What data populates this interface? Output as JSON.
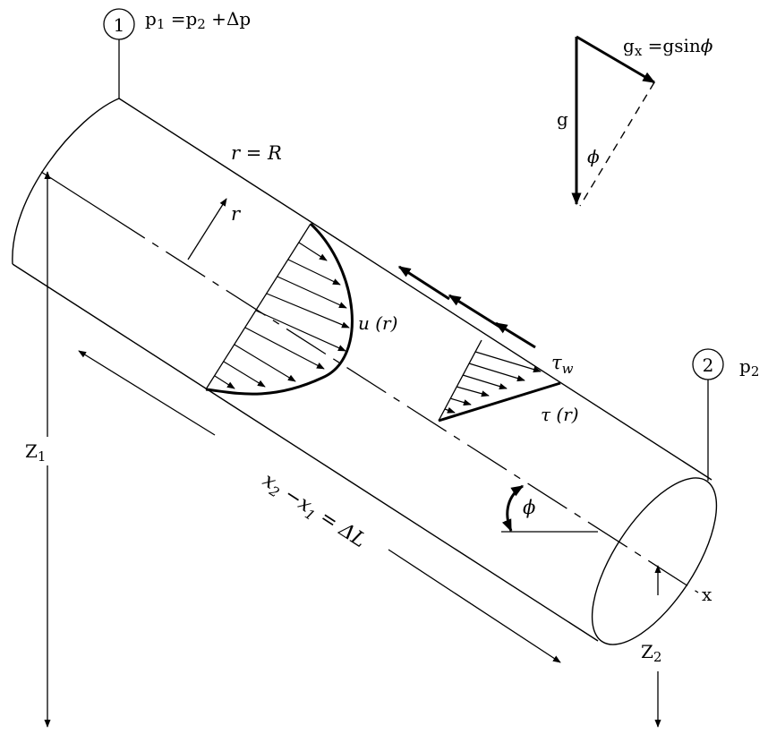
{
  "station1": {
    "number": "1",
    "pressure_main": "p",
    "pressure_sub1": "1",
    "pressure_eq": " =p",
    "pressure_sub2": "2",
    "pressure_tail": " +Δp"
  },
  "station2": {
    "number": "2",
    "pressure_main": "p",
    "pressure_sub": "2"
  },
  "gravity": {
    "g_label": "g",
    "gx_main": "g",
    "gx_sub": "x",
    "gx_tail": " =gsin",
    "phi": "ϕ",
    "angle_label": "ϕ"
  },
  "pipe": {
    "wall_label": "r = R",
    "radius_label": "r",
    "velocity_main": "u",
    "velocity_arg": " (r)",
    "wall_shear_main": "τ",
    "wall_shear_sub": "w",
    "shear_main": "τ",
    "shear_arg": " (r)",
    "incline_angle": "ϕ",
    "axis_label": "x",
    "length_x2": "x",
    "length_x2_sub": "2",
    "length_mid": "  −x",
    "length_x1_sub": "1",
    "length_tail": " = ΔL"
  },
  "elevations": {
    "z1_main": "Z",
    "z1_sub": "1",
    "z2_main": "Z",
    "z2_sub": "2"
  }
}
